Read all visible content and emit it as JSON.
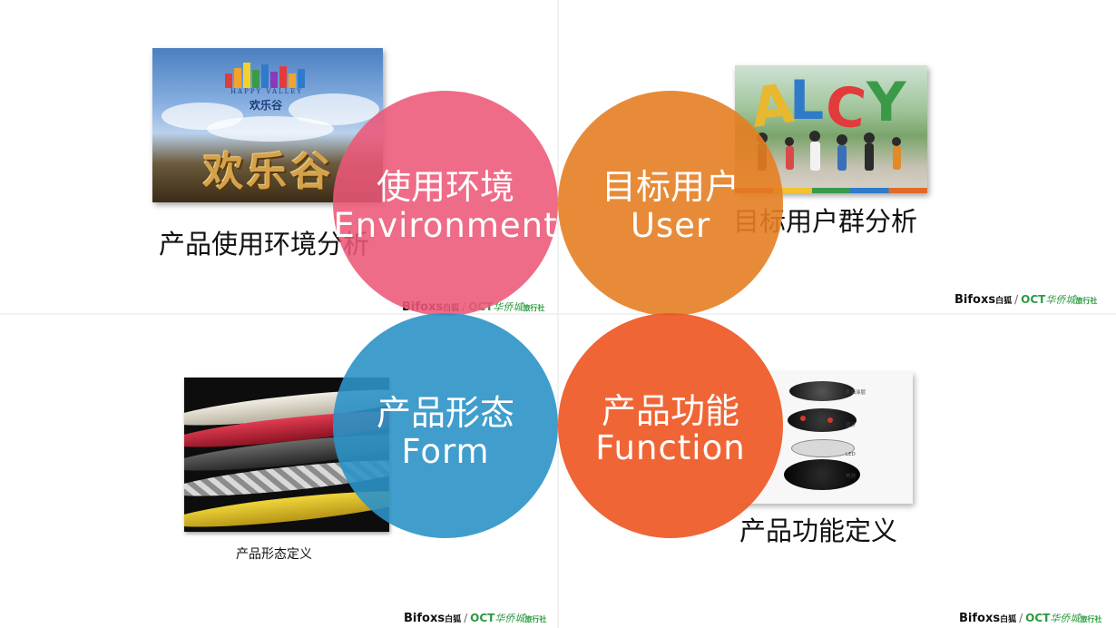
{
  "circles": {
    "environment": {
      "cn": "使用环境",
      "en": "Environment",
      "color": "#ec5878"
    },
    "user": {
      "cn": "目标用户",
      "en": "User",
      "color": "#e67e22"
    },
    "form": {
      "cn": "产品形态",
      "en": "Form",
      "color": "#2c92c6"
    },
    "function": {
      "cn": "产品功能",
      "en": "Function",
      "color": "#ee5824"
    }
  },
  "captions": {
    "environment": "产品使用环境分析",
    "user": "目标用户群分析",
    "form": "产品形态定义",
    "function": "产品功能定义"
  },
  "photo_text": {
    "happy_valley_en": "HAPPY VALLEY",
    "happy_valley_cn": "欢乐谷",
    "happy_valley_sign": "欢乐谷"
  },
  "brand": {
    "name": "Bifoxs",
    "name_cn": "白狐",
    "separator": "/",
    "partner": "OCT",
    "partner_cn": "华侨城",
    "partner_suffix": "旅行社"
  },
  "icons": {
    "happy_valley_photo": "amusement-park-photo",
    "user_photo": "crowd-photo",
    "form_photo": "wristband-photo",
    "function_photo": "device-exploded-diagram"
  }
}
